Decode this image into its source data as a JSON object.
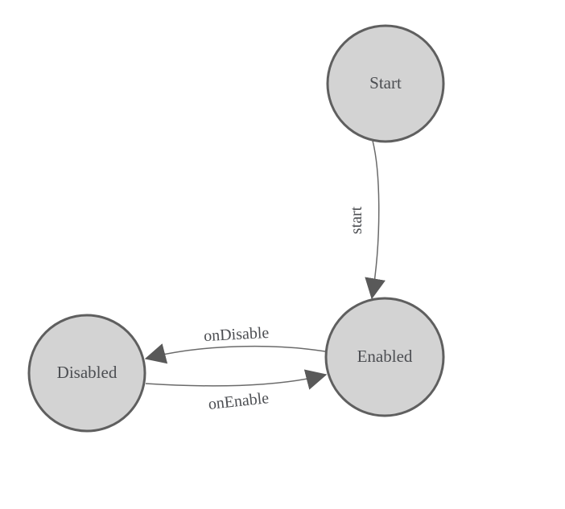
{
  "diagram": {
    "kind": "state-machine",
    "nodes": [
      {
        "id": "start",
        "label": "Start"
      },
      {
        "id": "enabled",
        "label": "Enabled"
      },
      {
        "id": "disabled",
        "label": "Disabled"
      }
    ],
    "edges": [
      {
        "from": "Start",
        "to": "Enabled",
        "label": "start"
      },
      {
        "from": "Enabled",
        "to": "Disabled",
        "label": "onDisable"
      },
      {
        "from": "Disabled",
        "to": "Enabled",
        "label": "onEnable"
      }
    ]
  },
  "colors": {
    "background": "#ffffff",
    "node_fill": "#d3d3d3",
    "node_stroke": "#5f5f5f",
    "edge_stroke": "#6a6a6a",
    "arrowhead_fill": "#595959",
    "label_text": "#4c4e52"
  }
}
